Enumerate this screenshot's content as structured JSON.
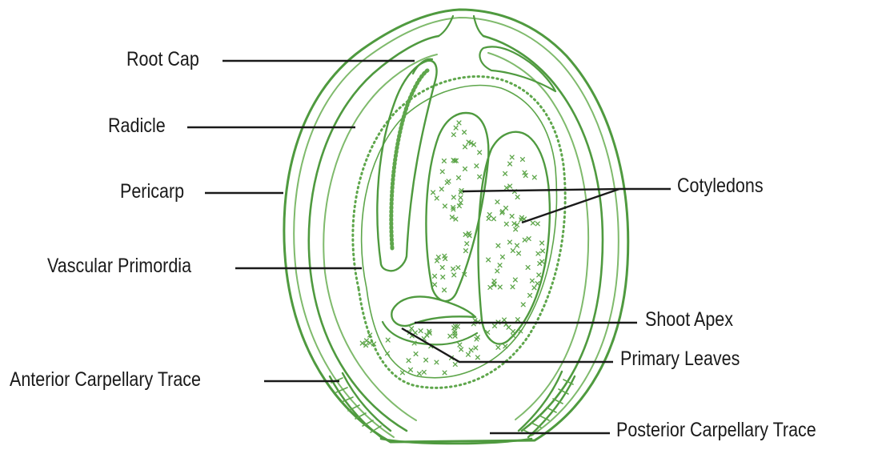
{
  "labels": {
    "root_cap": "Root Cap",
    "radicle": "Radicle",
    "pericarp": "Pericarp",
    "vascular_primordia": "Vascular Primordia",
    "anterior_carpellary_trace": "Anterior Carpellary Trace",
    "cotyledons": "Cotyledons",
    "shoot_apex": "Shoot Apex",
    "primary_leaves": "Primary Leaves",
    "posterior_carpellary_trace": "Posterior Carpellary Trace"
  },
  "colors": {
    "outline": "#4f9a3f",
    "outline_light": "#7fba6c",
    "stipple": "#5ea64b",
    "leader": "#1a1a1a",
    "text": "#1a1a1a"
  }
}
